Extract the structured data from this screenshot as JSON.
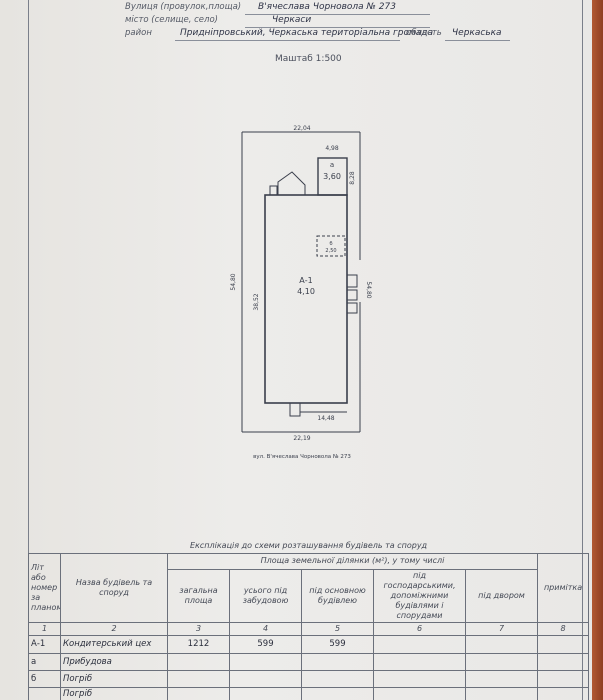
{
  "address": {
    "street_label": "Вулиця (провулок,площа)",
    "street_value": "В'ячеслава Чорновола № 273",
    "city_label": "місто (селище, село)",
    "city_value": "Черкаси",
    "district_label": "район",
    "district_value": "Придніпровський, Черкаська територіальна громада",
    "oblast_label": "область",
    "oblast_value": "Черкаська"
  },
  "scale_text": "Маштаб 1:500",
  "plan": {
    "dim_top": "22,04",
    "dim_bottom": "22,19",
    "dim_left_outer": "54,80",
    "dim_left_inner": "38,52",
    "dim_right": "54,80",
    "dim_annex_width": "4,98",
    "dim_annex_height": "8,28",
    "dim_bottom_inner": "14,48",
    "annex_letter": "а",
    "annex_height": "3,60",
    "cellar_letter": "б",
    "cellar_height": "2,50",
    "main_letter": "А-1",
    "main_height": "4,10",
    "street_caption": "вул. В'ячеслава Чорновола № 273"
  },
  "table": {
    "caption": "Експлікація до схеми розташування будівель та споруд",
    "area_header": "Площа земельної ділянки (м²), у тому числі",
    "col_letter": "Літ або номер за планом",
    "col_name": "Назва будівель та споруд",
    "col_total": "загальна площа",
    "col_built": "усього під забудовою",
    "col_main": "під основною будівлею",
    "col_other": "під господарськими, допоміжними будівлями і спорудами",
    "col_yard": "під двором",
    "col_note": "примітка",
    "numbers": [
      "1",
      "2",
      "3",
      "4",
      "5",
      "6",
      "7",
      "8"
    ],
    "rows": [
      {
        "letter": "А-1",
        "name": "Кондитерський цех",
        "total": "1212",
        "built": "599",
        "main": "599"
      },
      {
        "letter": "а",
        "name": "Прибудова",
        "total": "",
        "built": "",
        "main": ""
      },
      {
        "letter": "б",
        "name": "Погріб",
        "total": "",
        "built": "",
        "main": ""
      },
      {
        "letter": "",
        "name": "Погріб",
        "total": "",
        "built": "",
        "main": ""
      }
    ]
  },
  "colors": {
    "paper": "#ebeae8",
    "ink": "#3a3f52",
    "book_edge": "#a04a2a"
  }
}
